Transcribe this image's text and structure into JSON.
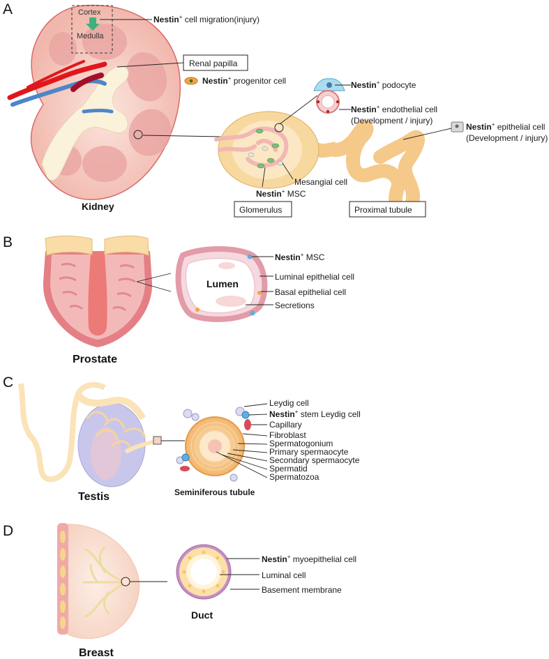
{
  "panels": {
    "A": {
      "letter": "A",
      "organ_label": "Kidney",
      "cortex": "Cortex",
      "medulla": "Medulla",
      "migration": {
        "bold": "Nestin",
        "sup": "+",
        "rest": " cell migration(injury)"
      },
      "renal_papilla": "Renal papilla",
      "progenitor": {
        "bold": "Nestin",
        "sup": "+",
        "rest": " progenitor cell"
      },
      "podocyte": {
        "bold": "Nestin",
        "sup": "+",
        "rest": " podocyte"
      },
      "endothelial": {
        "bold": "Nestin",
        "sup": "+",
        "rest": " endothelial cell",
        "line2": "(Development / injury)"
      },
      "epithelial": {
        "bold": "Nestin",
        "sup": "+",
        "rest": " epithelial cell",
        "line2": "(Development / injury)"
      },
      "mesangial": "Mesangial cell",
      "msc": {
        "bold": "Nestin",
        "sup": "+",
        "rest": " MSC"
      },
      "glomerulus": "Glomerulus",
      "proximal_tubule": "Proximal tubule"
    },
    "B": {
      "letter": "B",
      "organ_label": "Prostate",
      "lumen": "Lumen",
      "msc": {
        "bold": "Nestin",
        "sup": "+",
        "rest": " MSC"
      },
      "luminal": "Luminal epithelial cell",
      "basal": "Basal epithelial cell",
      "secretions": "Secretions"
    },
    "C": {
      "letter": "C",
      "organ_label": "Testis",
      "tubule_label": "Seminiferous tubule",
      "leydig": "Leydig cell",
      "stem_leydig": {
        "bold": "Nestin",
        "sup": "+",
        "rest": " stem Leydig cell"
      },
      "capillary": "Capillary",
      "fibroblast": "Fibroblast",
      "spermatogonium": "Spermatogonium",
      "primary": "Primary spermaocyte",
      "secondary": "Secondary spermaocyte",
      "spermatid": "Spermatid",
      "spermatozoa": "Spermatozoa"
    },
    "D": {
      "letter": "D",
      "organ_label": "Breast",
      "duct_label": "Duct",
      "myoepithelial": {
        "bold": "Nestin",
        "sup": "+",
        "rest": " myoepithelial cell"
      },
      "luminal_cell": "Luminal cell",
      "basement": "Basement membrane"
    }
  },
  "colors": {
    "kidney_fill": "#f6c9c0",
    "kidney_outline": "#d96a6a",
    "artery": "#e0161b",
    "vein": "#4d86c8",
    "glomerulus_fill": "#f7d9a0",
    "prostate_outer": "#e57f86",
    "testis_fill": "#c9c6ec",
    "tubule_fill": "#f4c58a",
    "breast_fill": "#fbe3d6",
    "arrow_green": "#3fb27c"
  }
}
